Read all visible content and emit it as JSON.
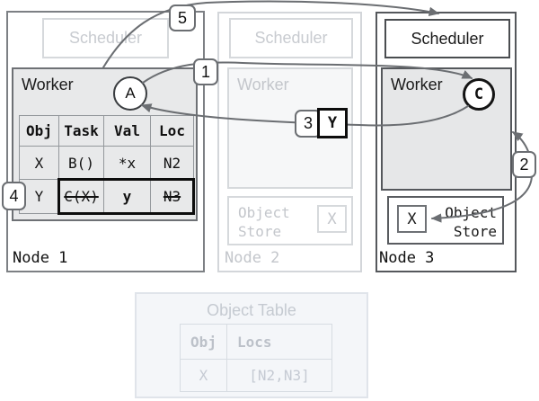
{
  "node1": {
    "label": "Node 1",
    "scheduler_label": "Scheduler",
    "worker_label": "Worker",
    "worker_badge": "A",
    "task_table": {
      "headers": [
        "Obj",
        "Task",
        "Val",
        "Loc"
      ],
      "rows": [
        {
          "obj": "X",
          "task": "B()",
          "val": "*x",
          "loc": "N2"
        },
        {
          "obj": "Y",
          "task": "C(X)",
          "val": "y",
          "loc": "N3"
        }
      ]
    }
  },
  "node2": {
    "label": "Node 2",
    "scheduler_label": "Scheduler",
    "worker_label": "Worker",
    "object_store_label": "Object Store",
    "object_label": "X"
  },
  "node3": {
    "label": "Node 3",
    "scheduler_label": "Scheduler",
    "worker_label": "Worker",
    "worker_badge": "C",
    "object_store_label": "Object Store",
    "object_label": "X"
  },
  "steps": {
    "s1": "1",
    "s2": "2",
    "s3": "3",
    "s4": "4",
    "s5": "5",
    "y_label": "Y"
  },
  "object_table": {
    "title": "Object Table",
    "headers": [
      "Obj",
      "Locs"
    ],
    "rows": [
      {
        "obj": "X",
        "locs": "[N2,N3]"
      }
    ]
  },
  "colors": {
    "faded": "#c7cbd0",
    "panel_fill": "#e8e9ea",
    "arrow": "#6b6e72",
    "highlight": "#0d0d0d",
    "object_table_bg": "#f4f6f9"
  }
}
